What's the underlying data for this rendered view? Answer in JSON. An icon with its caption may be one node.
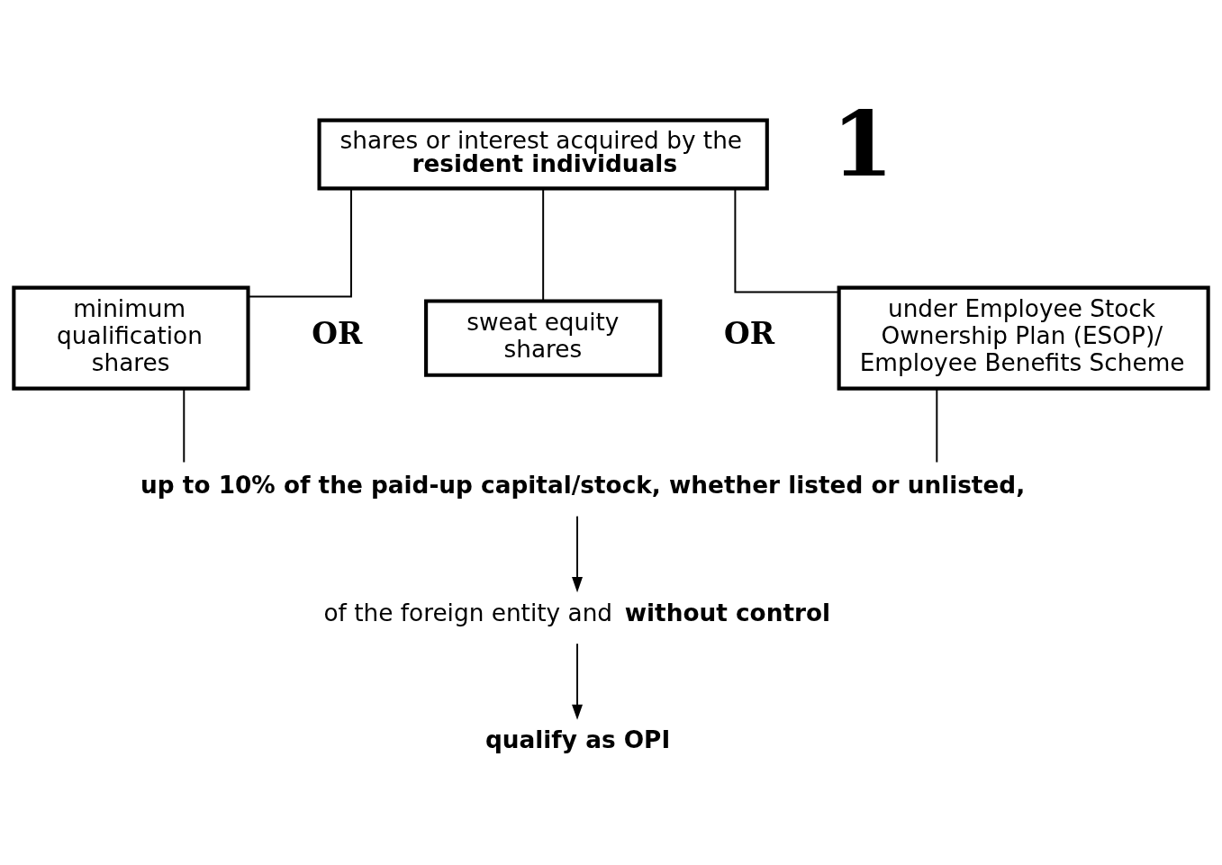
{
  "diagram": {
    "nodes": [
      {
        "text": [
          "shares or interest acquired by the **resident individuals**"
        ]
      },
      {
        "text": [
          "minimum qualification shares"
        ]
      },
      {
        "text": [
          "sweat equity shares"
        ]
      },
      {
        "text": [
          "under Employee Stock Ownership Plan (ESOP)/ Employee Benefits Scheme"
        ]
      },
      {
        "text": [
          "up to 10% of the paid-up capital/stock, whether listed or unlisted,"
        ]
      },
      {
        "text": [
          "of the foreign entity and **without control**"
        ]
      },
      {
        "text": [
          "qualify as OPI"
        ]
      }
    ],
    "edges": [
      {
        "from": 0,
        "to": 1,
        "arrow": "none"
      },
      {
        "from": 0,
        "to": 2,
        "arrow": "none"
      },
      {
        "from": 0,
        "to": 3,
        "arrow": "none"
      },
      {
        "from": 1,
        "to": 4,
        "arrow": "none"
      },
      {
        "from": 3,
        "to": 4,
        "arrow": "none"
      },
      {
        "from": 4,
        "to": 5,
        "arrow": "to"
      },
      {
        "from": 5,
        "to": 6,
        "arrow": "to"
      }
    ],
    "labels": [
      "1",
      "OR",
      "OR"
    ]
  }
}
